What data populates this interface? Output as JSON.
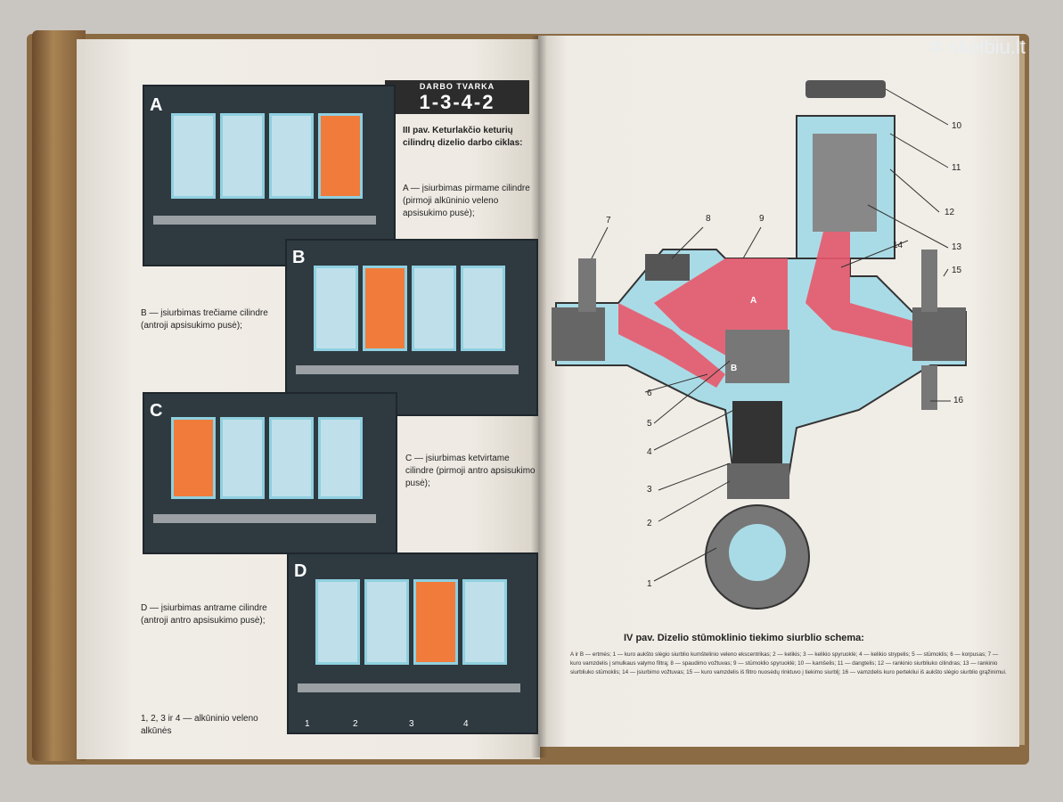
{
  "watermark": "skelbiu.lt",
  "left_page": {
    "order_box": {
      "title": "DARBO TVARKA",
      "numbers": "1-3-4-2"
    },
    "figure_caption": "III pav. Keturlakčio keturių cilindrų dizelio darbo ciklas:",
    "panels": [
      {
        "label": "A",
        "text": "A — įsiurbimas pirmame cilindre (pirmoji alkūninio veleno apsisukimo pusė);"
      },
      {
        "label": "B",
        "text": "B — įsiurbimas trečiame cilindre (antroji apsisukimo pusė);"
      },
      {
        "label": "C",
        "text": "C — įsiurbimas ketvirtame cilindre (pirmoji antro apsisukimo pusė);"
      },
      {
        "label": "D",
        "text": "D — įsiurbimas antrame cilindre (antroji antro apsisukimo pusė);"
      }
    ],
    "crank_numbers": [
      "1",
      "2",
      "3",
      "4"
    ],
    "footnote": "1, 2, 3 ir 4 — alkūninio veleno alkūnės"
  },
  "right_page": {
    "numbers": [
      "1",
      "2",
      "3",
      "4",
      "5",
      "6",
      "7",
      "8",
      "9",
      "10",
      "11",
      "12",
      "13",
      "14",
      "15",
      "16"
    ],
    "inset_letters": [
      "A",
      "B"
    ],
    "title": "IV pav. Dizelio stūmoklinio tiekimo siurblio schema:",
    "caption": "A ir B — ertmės; 1 — kuro aukšto slėgio siurblio kumštelinio veleno ekscentrikas; 2 — kelikis; 3 — kelikio spyruoklė; 4 — kelikio strypelis; 5 — stūmoklis; 6 — korpusas; 7 — kuro vamzdelis į smulkaus valymo filtrą; 8 — spaudimo vožtuvas; 9 — stūmoklio spyruoklė; 10 — kamšelis; 11 — dangtelis; 12 — rankinio siurbliuko cilindras; 13 — rankinio siurbliuko stūmoklis; 14 — įsiurbimo vožtuvas; 15 — kuro vamzdelis iš filtro nuosėdų rinktuvo į tiekimo siurblį; 16 — vamzdelis kuro pertekliui iš aukšto slėgio siurblio grąžinimui."
  },
  "colors": {
    "panel": "#2e3940",
    "fuel_red": "#e8586a",
    "coolant_blue": "#a9dbe6",
    "paper": "#efebe4"
  }
}
